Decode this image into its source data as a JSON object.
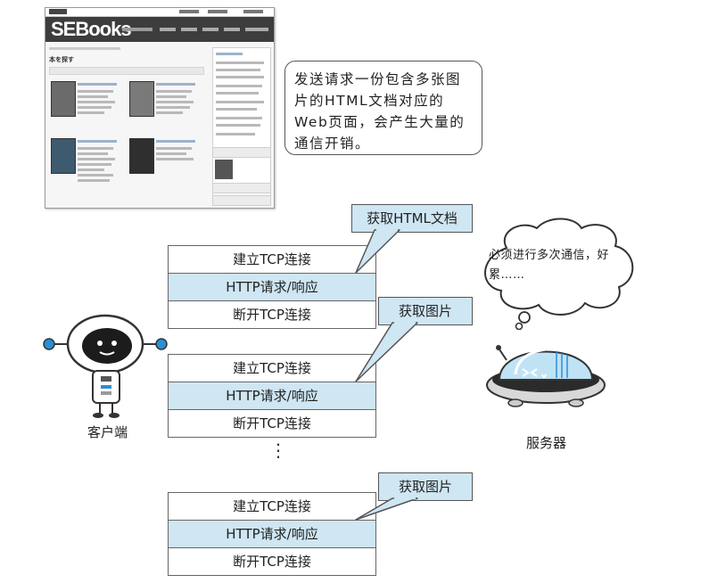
{
  "thumbnail": {
    "brand": "SEBooks",
    "heading": "本を探す"
  },
  "note": {
    "text": "发送请求一份包含多张图片的HTML文档对应的Web页面，会产生大量的通信开销。"
  },
  "stacks": [
    {
      "callout": "获取HTML文档",
      "rows": [
        "建立TCP连接",
        "HTTP请求/响应",
        "断开TCP连接"
      ]
    },
    {
      "callout": "获取图片",
      "rows": [
        "建立TCP连接",
        "HTTP请求/响应",
        "断开TCP连接"
      ]
    },
    {
      "callout": "获取图片",
      "rows": [
        "建立TCP连接",
        "HTTP请求/响应",
        "断开TCP连接"
      ]
    }
  ],
  "ellipsis": "⋮",
  "client": {
    "label": "客户端"
  },
  "server": {
    "label": "服务器",
    "thought": "必须进行多次通信，好累……"
  },
  "colors": {
    "highlight": "#cfe6f3",
    "outline": "#555555",
    "robot_accent": "#2a8fd6"
  }
}
